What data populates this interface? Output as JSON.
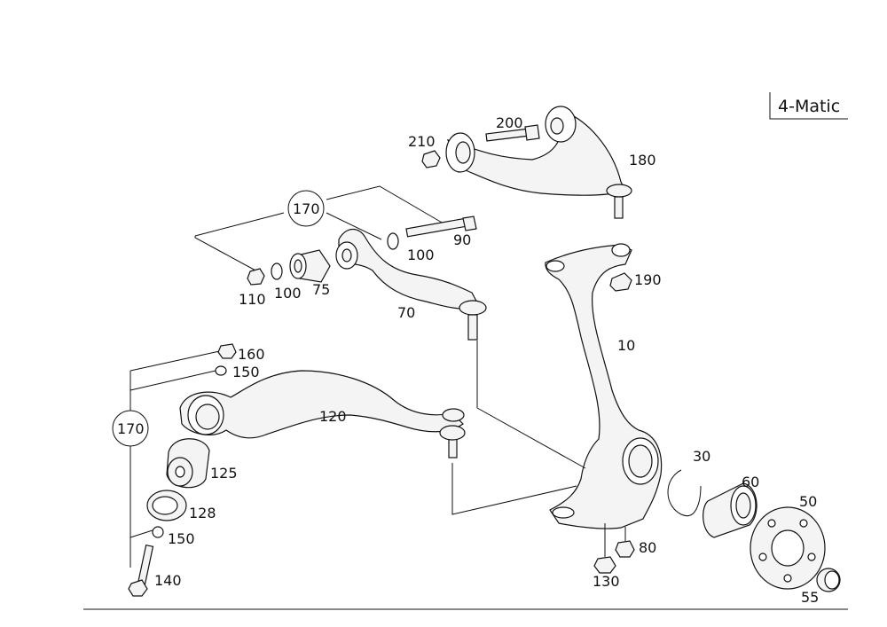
{
  "title": "4-Matic",
  "labels": {
    "p10": "10",
    "p30": "30",
    "p50": "50",
    "p55": "55",
    "p60": "60",
    "p70": "70",
    "p75": "75",
    "p80": "80",
    "p90": "90",
    "p100a": "100",
    "p100b": "100",
    "p110": "110",
    "p120": "120",
    "p125": "125",
    "p128": "128",
    "p130": "130",
    "p140": "140",
    "p150a": "150",
    "p150b": "150",
    "p160": "160",
    "p170a": "170",
    "p170b": "170",
    "p180": "180",
    "p190": "190",
    "p200": "200",
    "p210": "210"
  }
}
